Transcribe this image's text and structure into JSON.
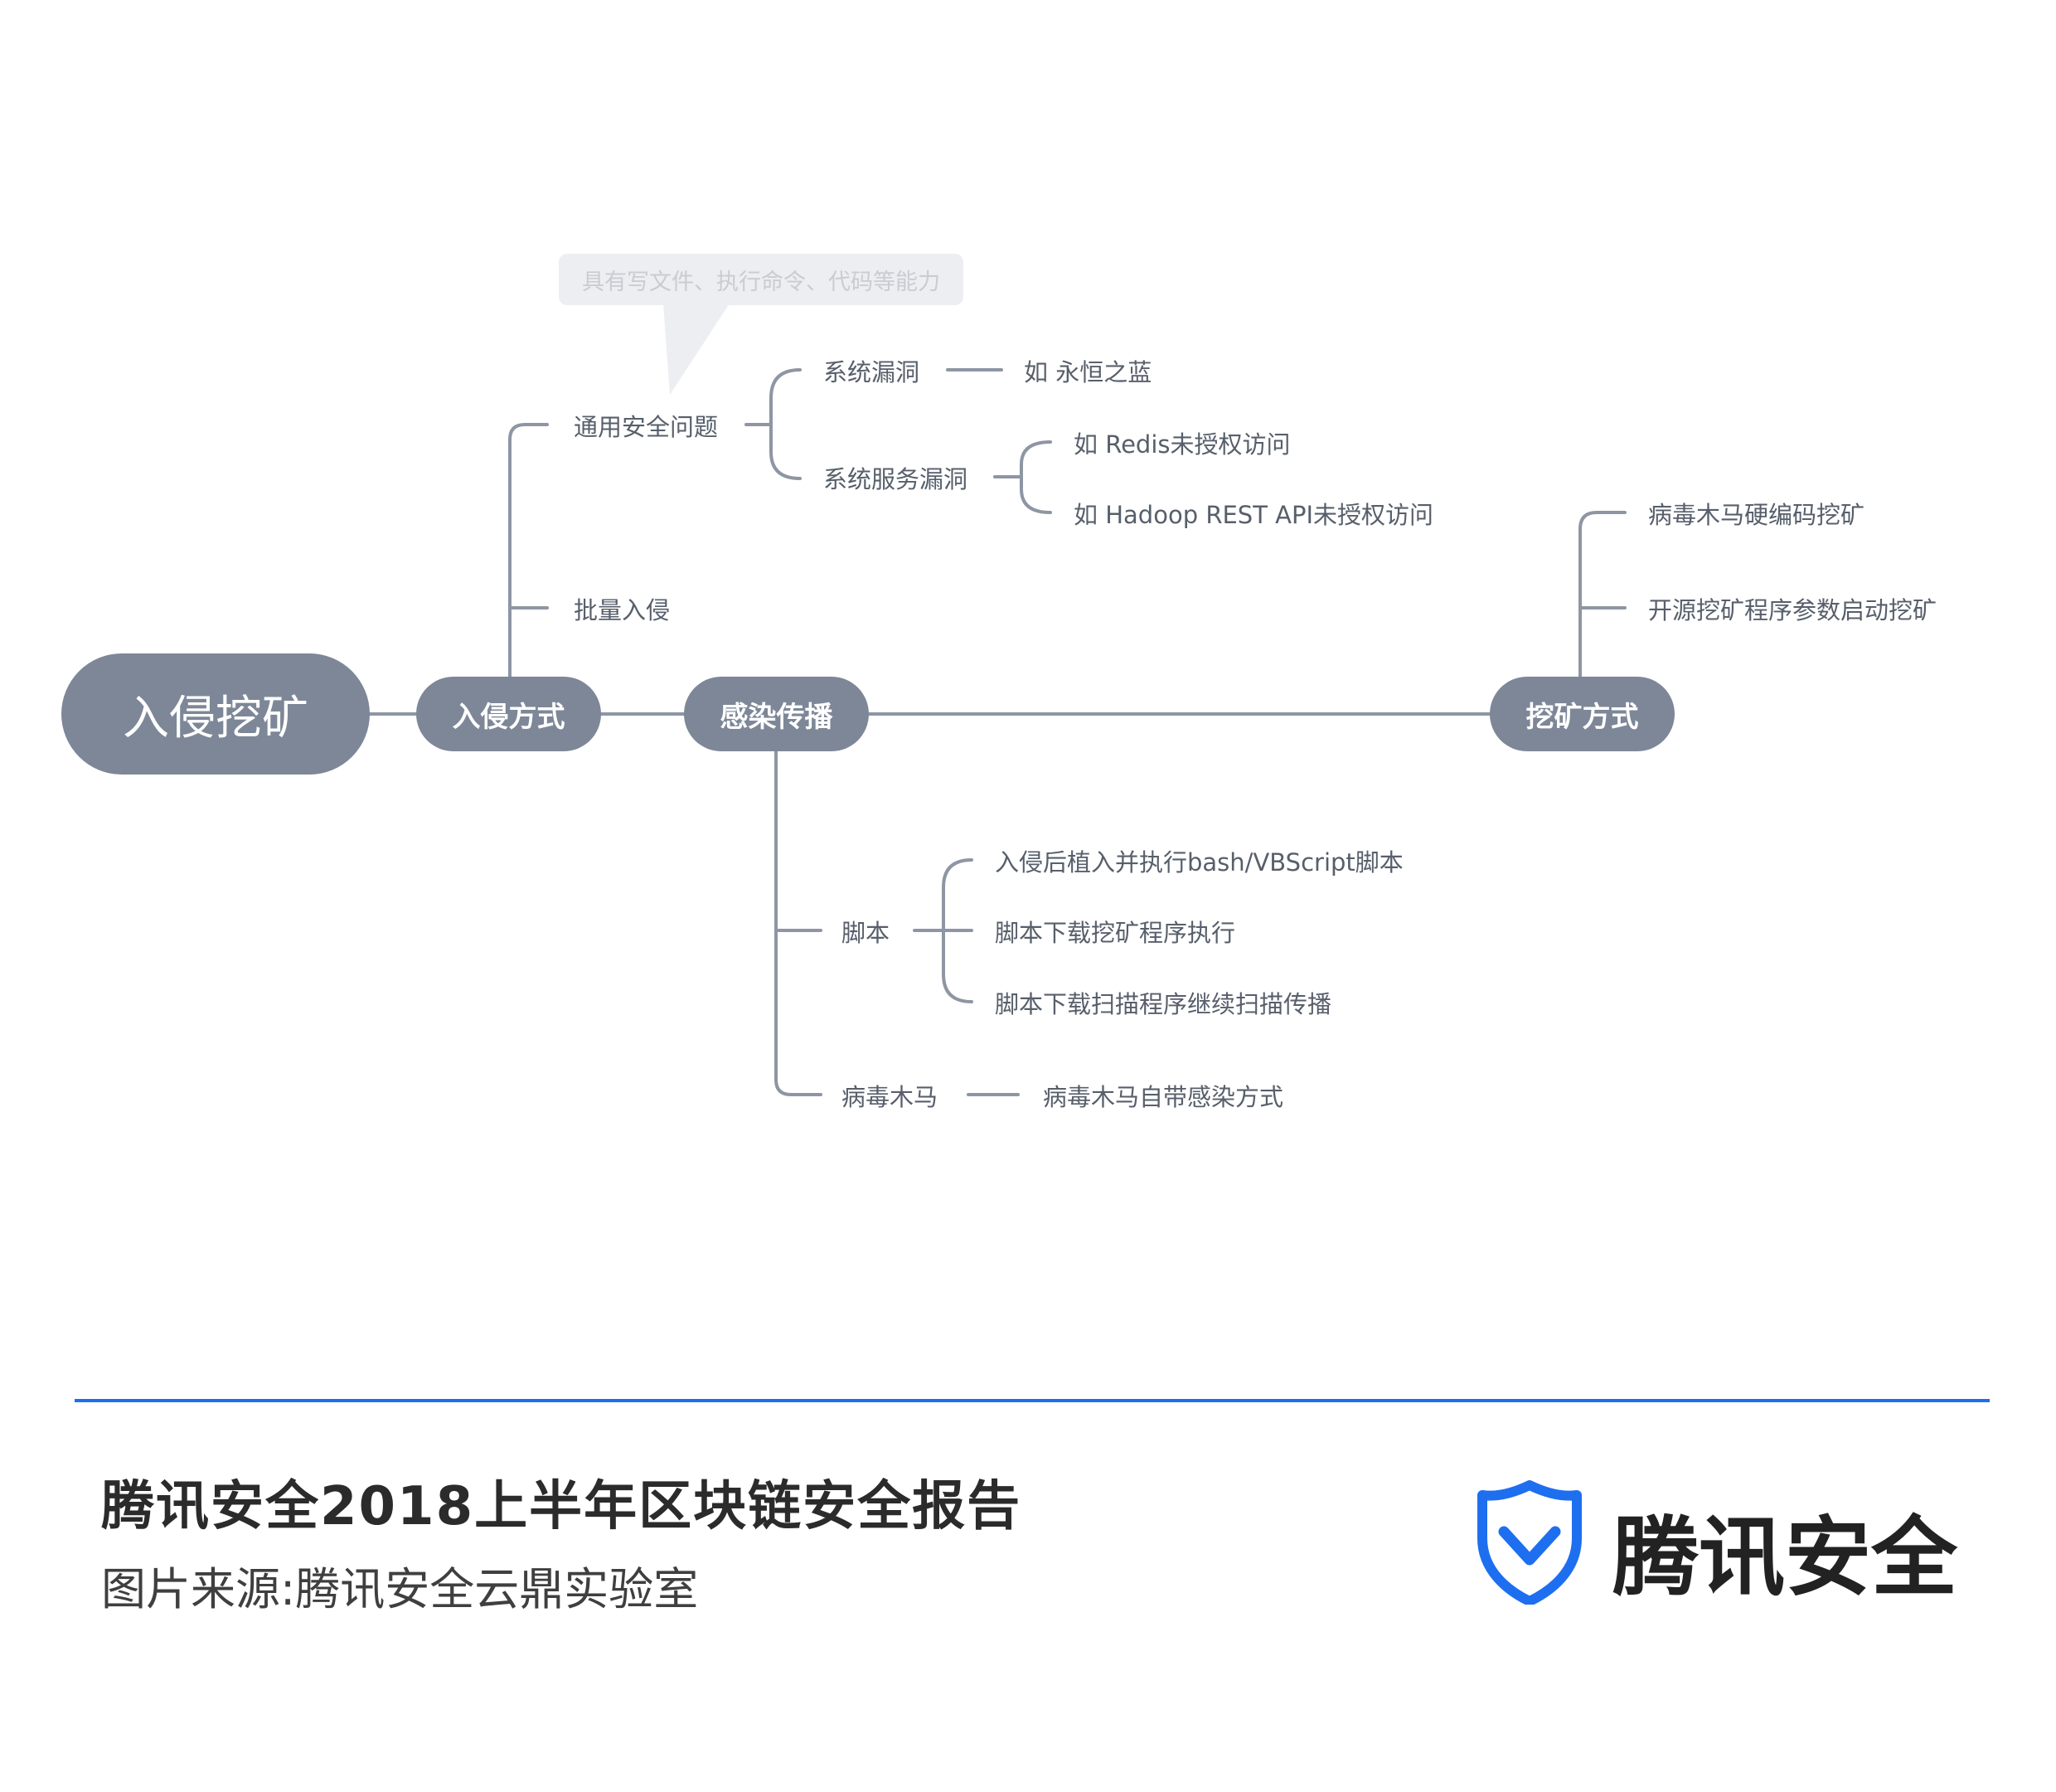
{
  "mindmap": {
    "root": "入侵挖矿",
    "intrusion": {
      "label": "入侵方式",
      "general": "通用安全问题",
      "callout": "具有写文件、执行命令、代码等能力",
      "sys_vuln": "系统漏洞",
      "sys_vuln_example": "如 永恒之蓝",
      "svc_vuln": "系统服务漏洞",
      "svc_vuln_example1": "如 Redis未授权访问",
      "svc_vuln_example2": "如 Hadoop REST API未授权访问",
      "batch": "批量入侵"
    },
    "spread": {
      "label": "感染传播",
      "script": "脚本",
      "script_item1": "入侵后植入并执行bash/VBScript脚本",
      "script_item2": "脚本下载挖矿程序执行",
      "script_item3": "脚本下载扫描程序继续扫描传播",
      "trojan": "病毒木马",
      "trojan_item": "病毒木马自带感染方式"
    },
    "mining": {
      "label": "挖矿方式",
      "item1": "病毒木马硬编码挖矿",
      "item2": "开源挖矿程序参数启动挖矿"
    }
  },
  "footer": {
    "title": "腾讯安全2018上半年区块链安全报告",
    "source": "图片来源:腾讯安全云鼎实验室",
    "brand": "腾讯安全"
  },
  "colors": {
    "node": "#7d8797",
    "line": "#8e96a3",
    "text": "#575f6b",
    "rule": "#1e6ff0",
    "brand_blue": "#1e6ff0"
  }
}
